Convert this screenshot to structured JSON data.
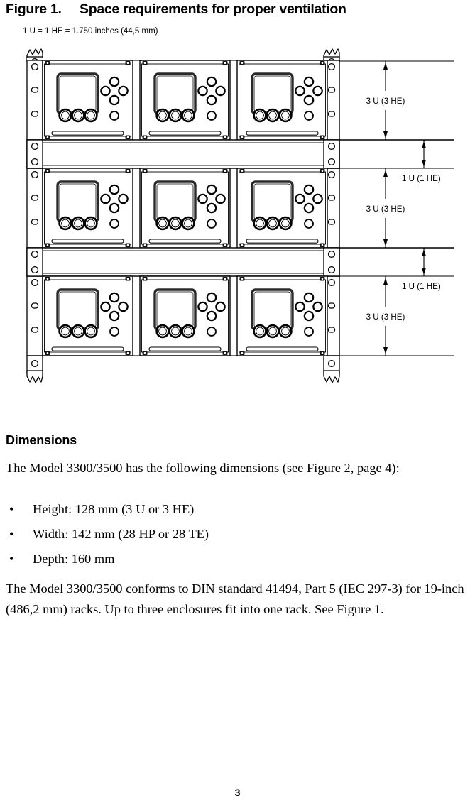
{
  "figure": {
    "caption_number": "Figure 1.",
    "caption_title": "Space requirements for proper ventilation",
    "note": "1 U = 1 HE = 1.750 inches (44,5 mm)",
    "dimension_labels": [
      {
        "id": "d1",
        "text": "3 U (3 HE)"
      },
      {
        "id": "d2",
        "text": "1 U (1 HE)"
      },
      {
        "id": "d3",
        "text": "3 U (3 HE)"
      },
      {
        "id": "d4",
        "text": "1 U (1 HE)"
      },
      {
        "id": "d5",
        "text": "3 U (3 HE)"
      }
    ],
    "rack": {
      "enclosure_rows": 3,
      "modules_per_row": 3,
      "blank_panel_rows": 2
    }
  },
  "section": {
    "heading": "Dimensions",
    "paragraph_1": "The Model 3300/3500 has the following dimensions (see Figure 2, page 4):",
    "bullets": [
      "Height: 128 mm (3 U or 3 HE)",
      "Width: 142 mm (28 HP or 28 TE)",
      "Depth: 160 mm"
    ],
    "bullet_glyph": "•",
    "paragraph_2": "The Model 3300/3500 conforms to DIN standard 41494, Part 5 (IEC 297-3) for 19-inch (486,2 mm) racks. Up to three enclosures fit into one rack. See Figure 1."
  },
  "footer": {
    "page_number": "3"
  }
}
